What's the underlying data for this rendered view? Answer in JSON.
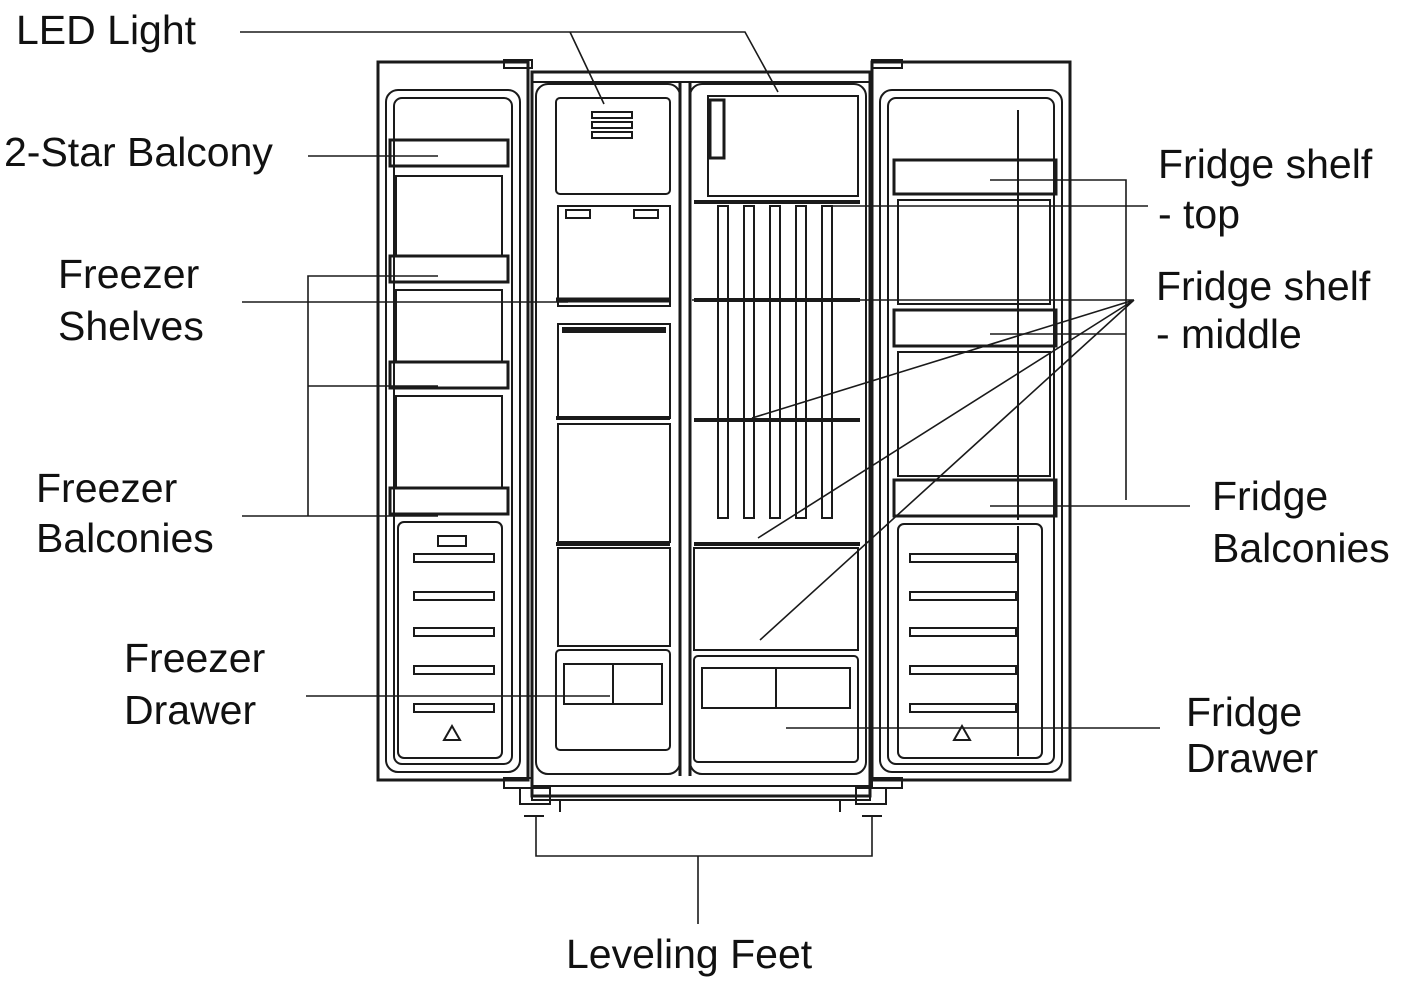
{
  "labels": {
    "led_light": "LED Light",
    "two_star_balcony": "2-Star Balcony",
    "freezer_shelves_1": "Freezer",
    "freezer_shelves_2": "Shelves",
    "freezer_balconies_1": "Freezer",
    "freezer_balconies_2": "Balconies",
    "freezer_drawer_1": "Freezer",
    "freezer_drawer_2": "Drawer",
    "fridge_shelf_top_1": "Fridge shelf",
    "fridge_shelf_top_2": "- top",
    "fridge_shelf_middle_1": "Fridge shelf",
    "fridge_shelf_middle_2": "- middle",
    "fridge_balconies_1": "Fridge",
    "fridge_balconies_2": "Balconies",
    "fridge_drawer_1": "Fridge",
    "fridge_drawer_2": "Drawer",
    "leveling_feet": "Leveling Feet"
  },
  "colors": {
    "line": "#1a1a1a",
    "background": "#ffffff"
  }
}
